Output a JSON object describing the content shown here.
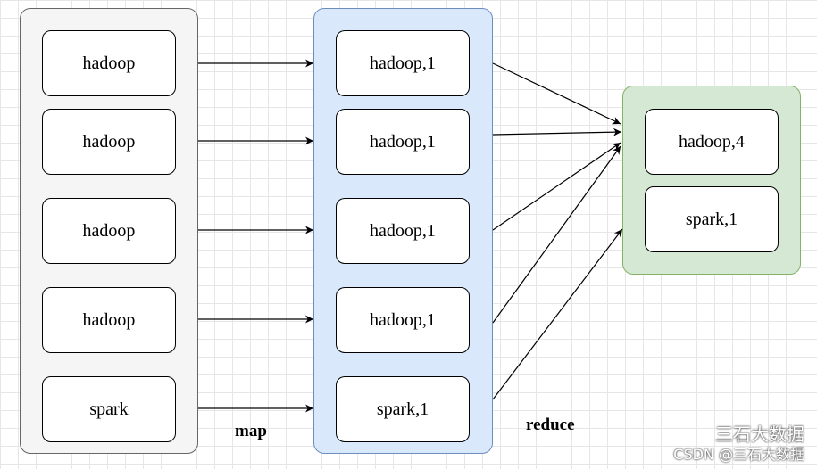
{
  "input_nodes": [
    "hadoop",
    "hadoop",
    "hadoop",
    "hadoop",
    "spark"
  ],
  "map_nodes": [
    "hadoop,1",
    "hadoop,1",
    "hadoop,1",
    "hadoop,1",
    "spark,1"
  ],
  "reduce_nodes": [
    "hadoop,4",
    "spark,1"
  ],
  "labels": {
    "map": "map",
    "reduce": "reduce"
  },
  "watermark": {
    "line1": "三石大数据",
    "line2": "CSDN @三石大数据"
  },
  "colors": {
    "input_group_fill": "#f5f5f5",
    "map_group_fill": "#dae8fc",
    "map_group_border": "#6c8ebf",
    "reduce_group_fill": "#d5e8d4",
    "reduce_group_border": "#82b366"
  }
}
